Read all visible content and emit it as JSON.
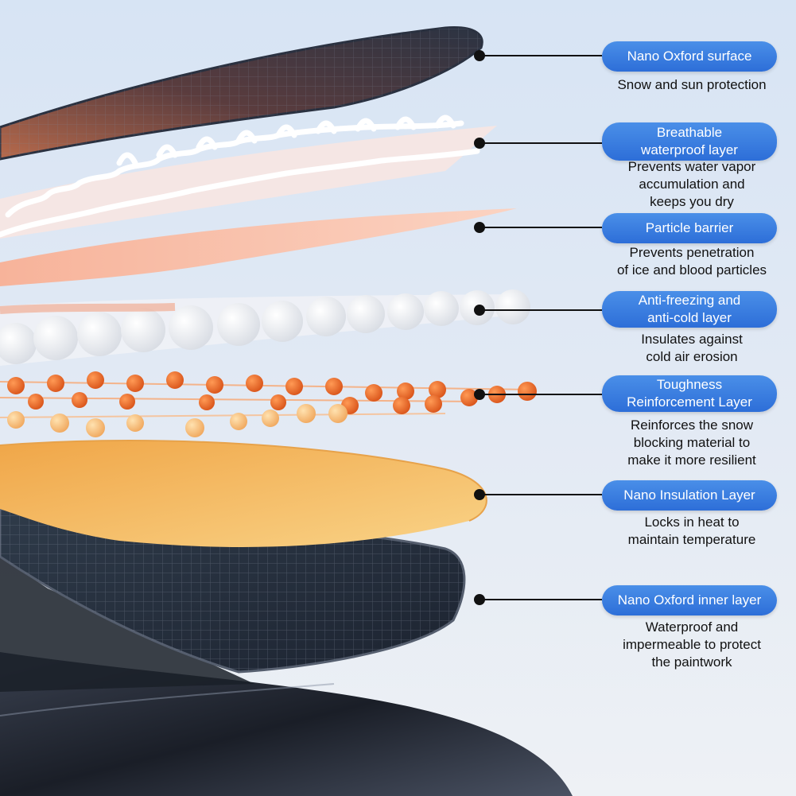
{
  "colors": {
    "pill_top": "#4a8fe8",
    "pill_bottom": "#2d6ed8",
    "leader": "#111111",
    "sky_top": "#dbe7f5",
    "sky_bottom": "#e9eef5"
  },
  "layers": [
    {
      "title": "Nano Oxford surface",
      "description": "Snow and sun protection"
    },
    {
      "title": "Breathable\nwaterproof layer",
      "description": "Prevents water vapor\naccumulation and\nkeeps you dry"
    },
    {
      "title": "Particle barrier",
      "description": "Prevents penetration\nof ice and blood particles"
    },
    {
      "title": "Anti-freezing and\nanti-cold layer",
      "description": "Insulates against\ncold air erosion"
    },
    {
      "title": "Toughness\nReinforcement Layer",
      "description": "Reinforces the snow\nblocking material to\nmake it more resilient"
    },
    {
      "title": "Nano Insulation Layer",
      "description": "Locks in heat to\nmaintain temperature"
    },
    {
      "title": "Nano Oxford inner layer",
      "description": "Waterproof and\nimpermeable to protect\nthe paintwork"
    }
  ]
}
